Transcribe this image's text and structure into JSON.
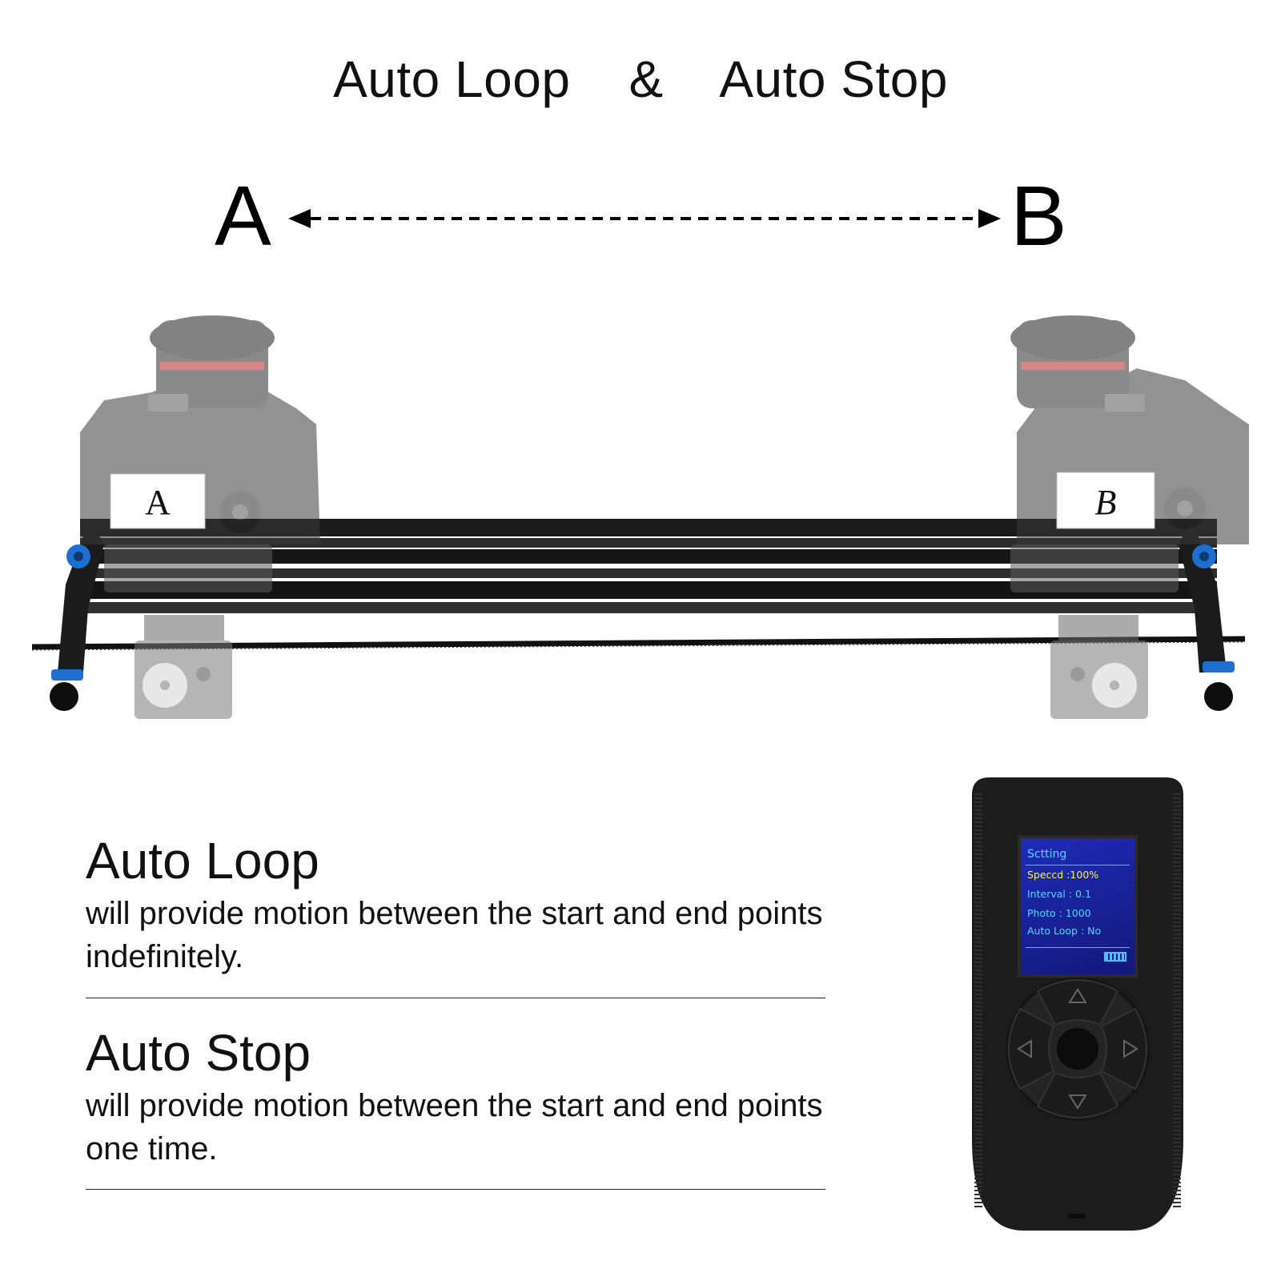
{
  "headline": {
    "auto_loop": "Auto Loop",
    "ampersand": "&",
    "auto_stop": "Auto Stop"
  },
  "points": {
    "a": "A",
    "b": "B"
  },
  "camera_screens": {
    "left": "A",
    "right": "B"
  },
  "sections": {
    "auto_loop": {
      "title": "Auto Loop",
      "description": "will provide motion between the start and end points indefinitely."
    },
    "auto_stop": {
      "title": "Auto Stop",
      "description": "will provide motion between the start and end points one time."
    }
  },
  "remote": {
    "screen": {
      "title": "Sctting",
      "rows": [
        {
          "text": "Speccd :100%",
          "color": "#f4f06a"
        },
        {
          "text": "Interval : 0.1",
          "color": "#5bd4ff"
        },
        {
          "text": "Photo : 1000",
          "color": "#5bd4ff"
        },
        {
          "text": "Auto Loop : No",
          "color": "#5bd4ff"
        }
      ]
    }
  },
  "colors": {
    "accent_blue": "#1e6fd0",
    "rail": "#1a1a1a"
  }
}
